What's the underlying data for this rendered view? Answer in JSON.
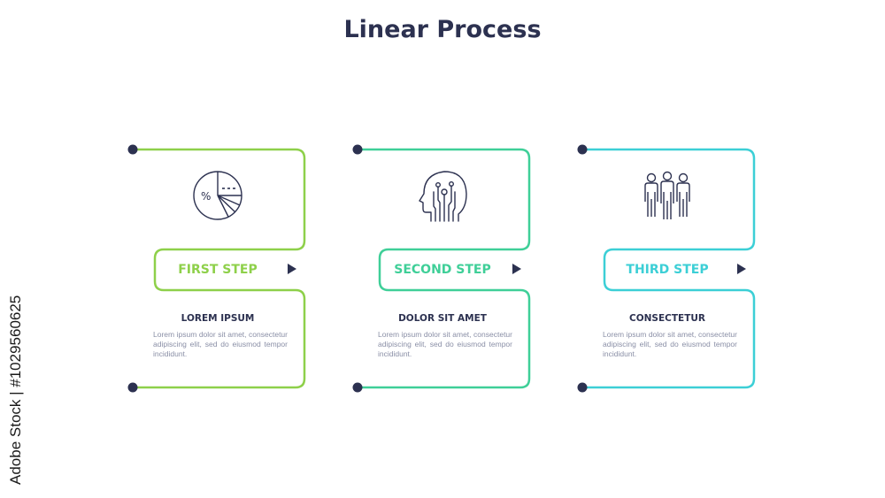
{
  "title": "Linear Process",
  "colors": {
    "step1": "#8ed04a",
    "step2": "#3fcf98",
    "step3": "#3ccfd6",
    "dot": "#2c3150"
  },
  "steps": [
    {
      "label": "FIRST STEP",
      "heading": "LOREM IPSUM",
      "description": "Lorem ipsum dolor sit amet, consectetur adipiscing elit, sed do eiusmod tempor incididunt.",
      "icon": "pie-chart-icon"
    },
    {
      "label": "SECOND STEP",
      "heading": "DOLOR SIT AMET",
      "description": "Lorem ipsum dolor sit amet, consectetur adipiscing elit, sed do eiusmod tempor incididunt.",
      "icon": "ai-head-icon"
    },
    {
      "label": "THIRD STEP",
      "heading": "CONSECTETUR",
      "description": "Lorem ipsum dolor sit amet, consectetur adipiscing elit, sed do eiusmod tempor incididunt.",
      "icon": "team-icon"
    }
  ],
  "watermark": "Adobe Stock | #1029560625"
}
